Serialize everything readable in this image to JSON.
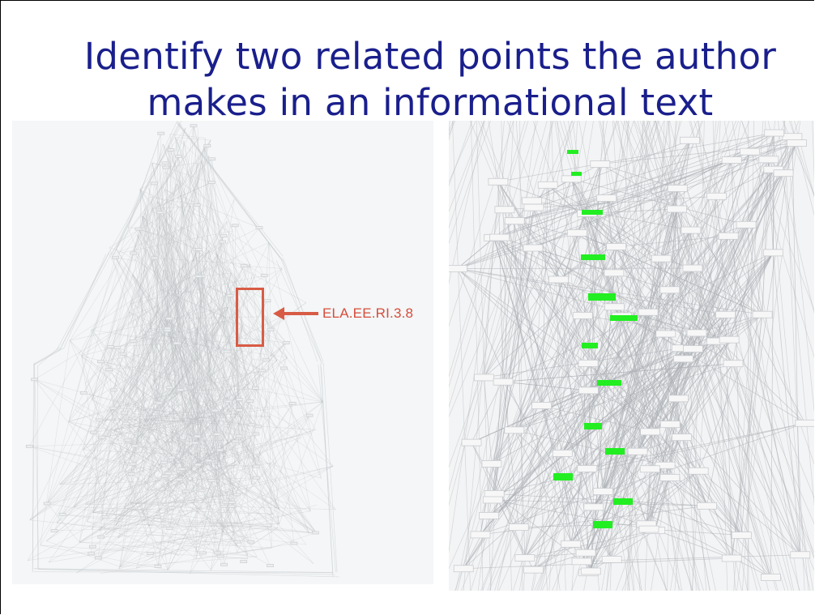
{
  "slide": {
    "title_line1": "Identify two related points the author",
    "title_line2": "makes in an informational text",
    "callout_label": "ELA.EE.RI.3.8"
  },
  "colors": {
    "title": "#1a1f8c",
    "callout": "#d85c45",
    "highlight_nodes": "#22ee22",
    "edges": "#b9bcc0"
  },
  "icons": [
    "arrow-left-icon"
  ]
}
